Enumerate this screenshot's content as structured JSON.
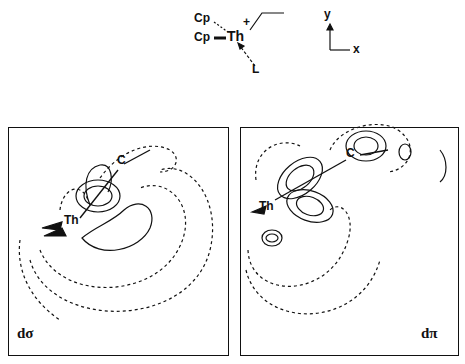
{
  "diagram": {
    "nodes": [
      {
        "text": [
          "C",
          "Th",
          "dσ"
        ]
      },
      {
        "text": [
          "C",
          "Th",
          "dπ"
        ]
      }
    ],
    "labels": [
      "Cp",
      "Cp",
      "Th",
      "+",
      "L",
      "y",
      "x"
    ]
  }
}
